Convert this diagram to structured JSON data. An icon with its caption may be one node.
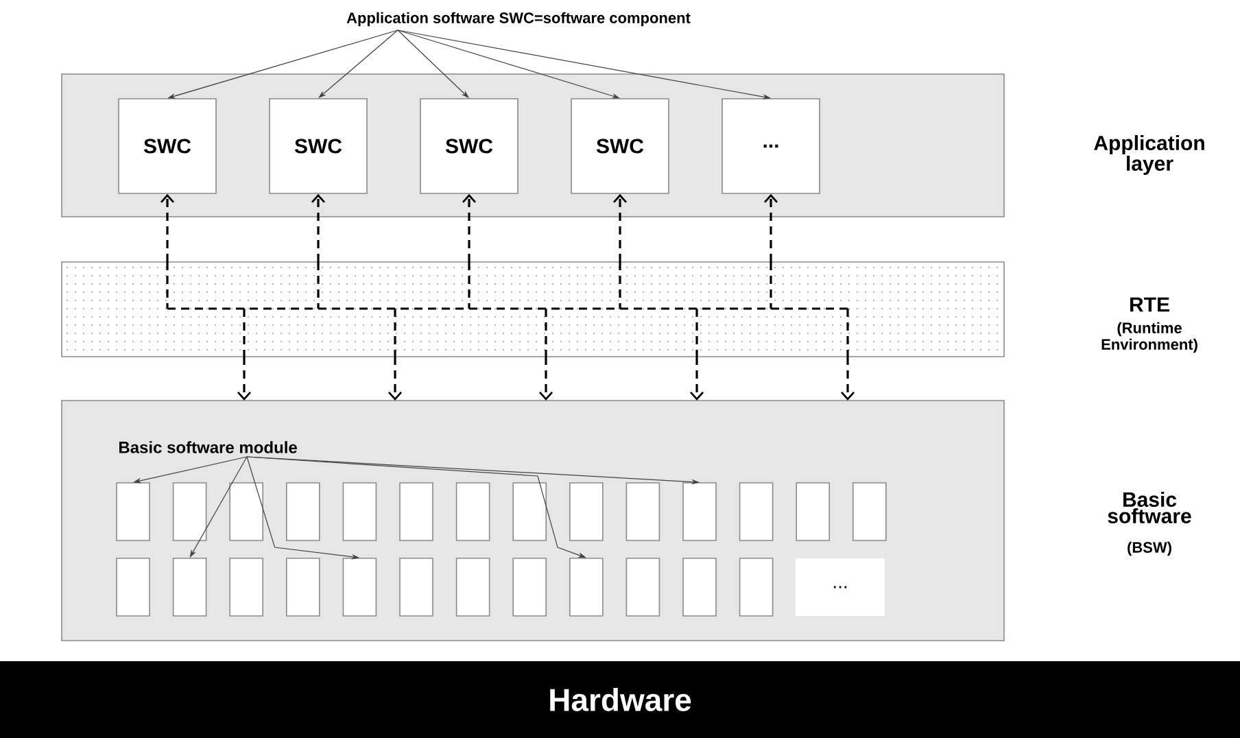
{
  "diagram": {
    "nodes": [
      {
        "text": [
          "Application software SWC=software component"
        ]
      },
      {
        "text": [],
        "shape": "box"
      },
      {
        "text": [
          "SWC"
        ],
        "in": 1
      },
      {
        "text": [
          "SWC"
        ],
        "in": 1
      },
      {
        "text": [
          "SWC"
        ],
        "in": 1
      },
      {
        "text": [
          "SWC"
        ],
        "in": 1
      },
      {
        "text": [
          "..."
        ],
        "in": 1
      },
      {
        "text": [],
        "shape": "box"
      },
      {
        "text": [],
        "shape": "box"
      },
      {
        "text": [
          "Basic software module"
        ],
        "in": 8
      },
      {
        "text": [],
        "shape": "box",
        "in": 8
      },
      {
        "text": [],
        "shape": "box",
        "in": 8
      },
      {
        "text": [],
        "shape": "box",
        "in": 8
      },
      {
        "text": [],
        "shape": "box",
        "in": 8
      },
      {
        "text": [],
        "shape": "box",
        "in": 8
      },
      {
        "text": [],
        "shape": "box",
        "in": 8
      },
      {
        "text": [],
        "shape": "box",
        "in": 8
      },
      {
        "text": [],
        "shape": "box",
        "in": 8
      },
      {
        "text": [],
        "shape": "box",
        "in": 8
      },
      {
        "text": [],
        "shape": "box",
        "in": 8
      },
      {
        "text": [],
        "shape": "box",
        "in": 8
      },
      {
        "text": [],
        "shape": "box",
        "in": 8
      },
      {
        "text": [],
        "shape": "box",
        "in": 8
      },
      {
        "text": [],
        "shape": "box",
        "in": 8
      },
      {
        "text": [],
        "shape": "box",
        "in": 8
      },
      {
        "text": [],
        "shape": "box",
        "in": 8
      },
      {
        "text": [],
        "shape": "box",
        "in": 8
      },
      {
        "text": [],
        "shape": "box",
        "in": 8
      },
      {
        "text": [],
        "shape": "box",
        "in": 8
      },
      {
        "text": [],
        "shape": "box",
        "in": 8
      },
      {
        "text": [],
        "shape": "box",
        "in": 8
      },
      {
        "text": [],
        "shape": "box",
        "in": 8
      },
      {
        "text": [],
        "shape": "box",
        "in": 8
      },
      {
        "text": [],
        "shape": "box",
        "in": 8
      },
      {
        "text": [],
        "shape": "box",
        "in": 8
      },
      {
        "text": [],
        "shape": "box",
        "in": 8
      },
      {
        "text": [
          "..."
        ],
        "in": 8
      },
      {
        "text": [
          "Hardware"
        ]
      }
    ],
    "edges": [
      {
        "from": 0,
        "to": 2,
        "arrow": "to"
      },
      {
        "from": 0,
        "to": 3,
        "arrow": "to"
      },
      {
        "from": 0,
        "to": 4,
        "arrow": "to"
      },
      {
        "from": 0,
        "to": 5,
        "arrow": "to"
      },
      {
        "from": 0,
        "to": 6,
        "arrow": "to"
      },
      {
        "from": 7,
        "to": 2,
        "arrow": "to",
        "style": "dashed"
      },
      {
        "from": 7,
        "to": 3,
        "arrow": "to",
        "style": "dashed"
      },
      {
        "from": 7,
        "to": 4,
        "arrow": "to",
        "style": "dashed"
      },
      {
        "from": 7,
        "to": 5,
        "arrow": "to",
        "style": "dashed"
      },
      {
        "from": 7,
        "to": 6,
        "arrow": "to",
        "style": "dashed"
      },
      {
        "from": 7,
        "to": 8,
        "arrow": "to",
        "style": "dashed"
      },
      {
        "from": 7,
        "to": 8,
        "arrow": "to",
        "style": "dashed"
      },
      {
        "from": 7,
        "to": 8,
        "arrow": "to",
        "style": "dashed"
      },
      {
        "from": 7,
        "to": 8,
        "arrow": "to",
        "style": "dashed"
      },
      {
        "from": 7,
        "to": 8,
        "arrow": "to",
        "style": "dashed"
      },
      {
        "from": 9,
        "to": 10,
        "arrow": "to"
      },
      {
        "from": 9,
        "to": 20,
        "arrow": "to"
      },
      {
        "from": 9,
        "to": 25,
        "arrow": "to"
      },
      {
        "from": 9,
        "to": 28,
        "arrow": "to"
      },
      {
        "from": 9,
        "to": 32,
        "arrow": "to"
      }
    ],
    "labels": [
      "Application layer",
      "RTE",
      "(Runtime Environment)",
      "Basic software",
      "(BSW)"
    ]
  }
}
